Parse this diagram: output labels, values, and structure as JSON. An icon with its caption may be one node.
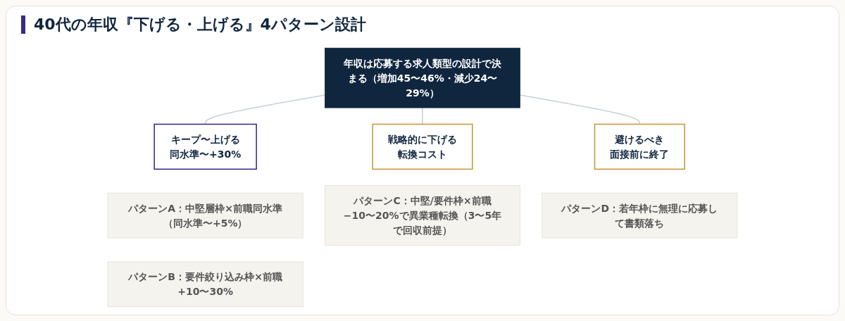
{
  "diagram": {
    "title": "40代の年収『下げる・上げる』4パターン設計",
    "nodes": [
      {
        "text": [
          "年収は応募する求人類型の設計で決まる（増加45〜46%・減少24〜29%）"
        ]
      },
      {
        "text": [
          "キープ〜上げる",
          "同水準〜+30%"
        ]
      },
      {
        "text": [
          "パターンA：中堅層枠×前職同水準（同水準〜+5%）"
        ]
      },
      {
        "text": [
          "パターンB：要件絞り込み枠×前職+10〜30%"
        ]
      },
      {
        "text": [
          "戦略的に下げる",
          "転換コスト"
        ]
      },
      {
        "text": [
          "パターンC：中堅/要件枠×前職−10〜20%で異業種転換（3〜5年で回収前提）"
        ]
      },
      {
        "text": [
          "避けるべき",
          "面接前に終了"
        ]
      },
      {
        "text": [
          "パターンD：若年枠に無理に応募して書類落ち"
        ]
      }
    ],
    "edges": [
      {
        "from": 0,
        "to": 1,
        "arrow": "none"
      },
      {
        "from": 0,
        "to": 4,
        "arrow": "none"
      },
      {
        "from": 0,
        "to": 6,
        "arrow": "none"
      }
    ]
  }
}
